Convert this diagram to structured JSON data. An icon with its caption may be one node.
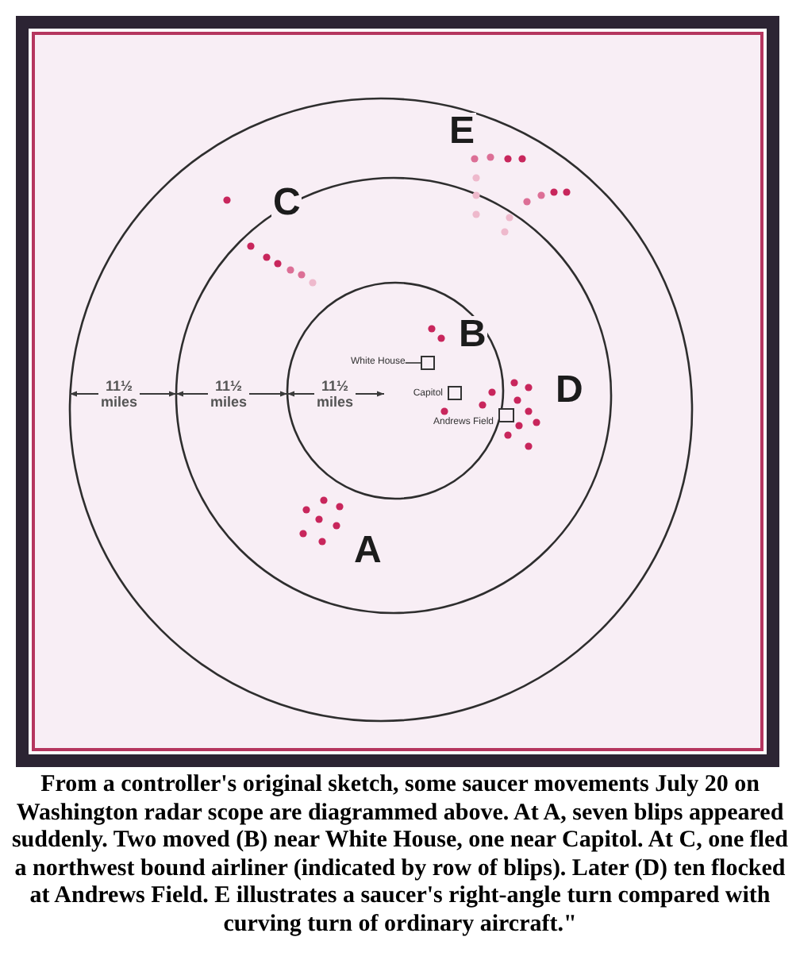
{
  "diagram": {
    "caption": "From a controller's original sketch, some saucer movements July 20 on Washington radar scope are diagrammed above. At A, seven blips appeared suddenly. Two moved (B) near White House, one near Capitol. At C, one fled a northwest bound airliner (indicated by row of blips). Later (D) ten flocked at Andrews Field. E illustrates a saucer's right-angle turn compared with curving turn of ordinary aircraft.\"",
    "nodes": [
      {
        "text": [
          "White House"
        ]
      },
      {
        "text": [],
        "shape": "box"
      },
      {
        "text": [],
        "shape": "box",
        "beside": [
          "Capitol"
        ]
      },
      {
        "text": [],
        "shape": "box",
        "beside": [
          "Andrews Field"
        ]
      }
    ],
    "edges": [
      {
        "from": 0,
        "to": 1,
        "arrow": "none"
      }
    ],
    "labels": [
      "E",
      "C",
      "B",
      "11½ miles",
      "11½ miles",
      "11½ miles",
      "D",
      "A"
    ]
  }
}
